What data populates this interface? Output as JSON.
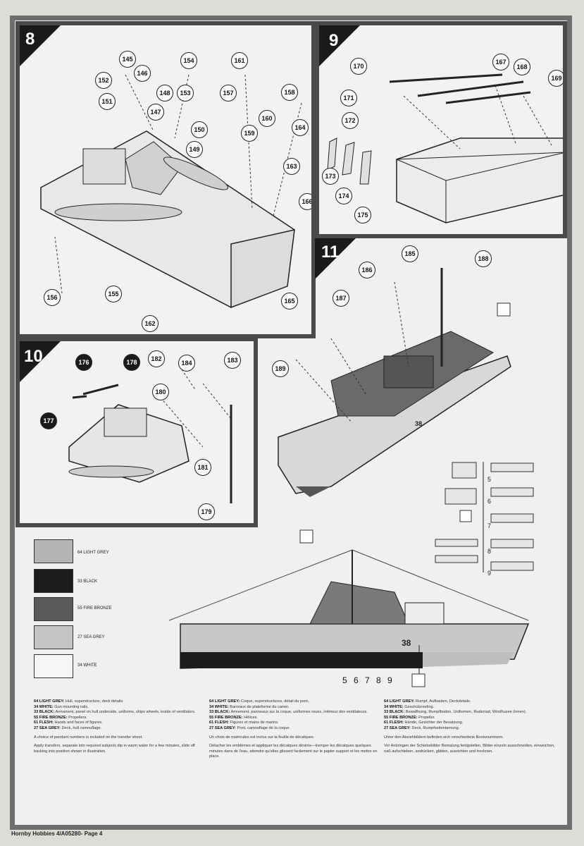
{
  "steps": {
    "step8": {
      "label": "8",
      "parts": [
        "145",
        "154",
        "161",
        "152",
        "146",
        "151",
        "148",
        "153",
        "157",
        "158",
        "147",
        "150",
        "160",
        "159",
        "164",
        "149",
        "163",
        "166",
        "156",
        "155",
        "162",
        "165"
      ]
    },
    "step9": {
      "label": "9",
      "parts": [
        "170",
        "167",
        "168",
        "169",
        "171",
        "172",
        "173",
        "174",
        "175"
      ]
    },
    "step10": {
      "label": "10",
      "parts": [
        "176",
        "178",
        "182",
        "184",
        "183",
        "177",
        "180",
        "181",
        "179"
      ]
    },
    "step11": {
      "label": "11",
      "parts": [
        "185",
        "188",
        "186",
        "187",
        "189"
      ]
    }
  },
  "legend": [
    {
      "code": "64 LIGHT GREY",
      "color": "#b4b4b2"
    },
    {
      "code": "33 BLACK",
      "color": "#1c1c1c"
    },
    {
      "code": "55 FIRE BRONZE",
      "color": "#5a5a5a"
    },
    {
      "code": "27 SEA GREY",
      "color": "#c4c4c2"
    },
    {
      "code": "34 WHITE",
      "color": "#f6f6f4"
    }
  ],
  "pennants": [
    "5",
    "6",
    "7",
    "8",
    "9"
  ],
  "pennant_digits": "5 6 7 8 9",
  "hull_number": "38",
  "instructions": {
    "en": {
      "lines": [
        {
          "k": "64 LIGHT GREY:",
          "v": " Hull, superstructure, deck details."
        },
        {
          "k": "34 WHITE:",
          "v": " Gun mounting rails."
        },
        {
          "k": "33 BLACK:",
          "v": " Armament, panel on hull underside, uniforms, ships wheels, inside of ventilators."
        },
        {
          "k": "55 FIRE BRONZE:",
          "v": " Propellers."
        },
        {
          "k": "61 FLESH:",
          "v": " Hands and faces of figures."
        },
        {
          "k": "27 SEA GREY:",
          "v": " Deck, hull camouflage."
        }
      ],
      "p1": "A choice of pendant numbers is included on the transfer sheet.",
      "p2": "Apply transfers, separate into required subjects dip in warm water for a few minutes, slide off backing into position shown in illustration."
    },
    "fr": {
      "lines": [
        {
          "k": "64 LIGHT GREY:",
          "v": " Coque, superstructures, détail du pont."
        },
        {
          "k": "34 WHITE:",
          "v": " Barreaux de plateforme du canon."
        },
        {
          "k": "33 BLACK:",
          "v": " Armement, panneaux sur la coque, uniformes roues, intérieur des ventilateurs."
        },
        {
          "k": "55 FIRE BRONZE:",
          "v": " Hélices."
        },
        {
          "k": "61 FLESH:",
          "v": " Figures et mains de marins."
        },
        {
          "k": "27 SEA GREY:",
          "v": " Pont, camouflage de la coque."
        }
      ],
      "p1": "Un choix de matricules est inclus sur la feuille de décalques.",
      "p2": "Détacher les emblèmes et appliquer les décalques désirés—tremper les décalques quelques minutes dans de l'eau, attendre qu'elles glissent facilement sur le papier support et les mettre en place."
    },
    "de": {
      "lines": [
        {
          "k": "64 LIGHT GREY:",
          "v": " Rumpf, Aufbauten, Deckdetails."
        },
        {
          "k": "34 WHITE:",
          "v": " Geschützreeling."
        },
        {
          "k": "33 BLACK:",
          "v": " Bewaffnung, Rumpfboden, Uniformen, Ruderrad, Windhuzen (innen)."
        },
        {
          "k": "55 FIRE BRONZE:",
          "v": " Propeller."
        },
        {
          "k": "61 FLESH:",
          "v": " Hände, Gesichter der Besatzung."
        },
        {
          "k": "27 SEA GREY:",
          "v": " Deck, Rumpfseitentarnung."
        }
      ],
      "p1": "Unter den Abziehbildern befinden sich verschiedene Bootsnummern.",
      "p2": "Vor Anbringen der Schiebebilder Bemalung fertigstellen. Bilder einzeln ausschneiden, einweichen, naß aufschieben, andrücken, glätten, ausrichten und trocknen."
    }
  },
  "footer": "Hornby Hobbies 4/A05280- Page 4"
}
